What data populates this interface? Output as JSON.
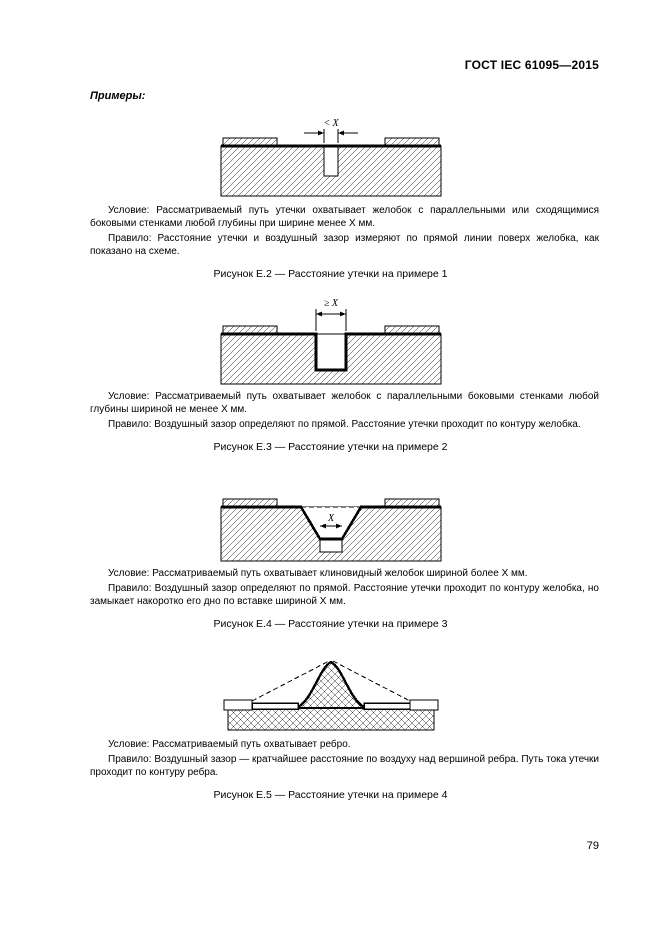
{
  "header": {
    "title": "ГОСТ IEC 61095—2015"
  },
  "lead": "Примеры:",
  "page_number": "79",
  "figures": [
    {
      "dim_label": "< X",
      "condition": "Условие: Рассматриваемый путь утечки охватывает желобок с параллельными или сходящимися боковыми стенками любой глубины при ширине менее X мм.",
      "rule": "Правило: Расстояние утечки и воздушный зазор измеряют по прямой линии поверх желобка, как показано на схеме.",
      "caption": "Рисунок Е.2 — Расстояние утечки на примере 1"
    },
    {
      "dim_label": "≥ X",
      "condition": "Условие: Рассматриваемый путь охватывает желобок с параллельными боковыми стенками любой глубины шириной не менее X мм.",
      "rule": "Правило: Воздушный зазор определяют по прямой. Расстояние утечки проходит по контуру желобка.",
      "caption": "Рисунок Е.3 — Расстояние утечки на примере 2"
    },
    {
      "dim_label": "X",
      "condition": "Условие: Рассматриваемый путь охватывает клиновидный желобок шириной более X мм.",
      "rule": "Правило: Воздушный зазор определяют по прямой. Расстояние утечки проходит по контуру желобка, но замыкает накоротко его дно по вставке шириной X мм.",
      "caption": "Рисунок Е.4 — Расстояние утечки на примере 3"
    },
    {
      "dim_label": "",
      "condition": "Условие: Рассматриваемый путь охватывает ребро.",
      "rule": "Правило: Воздушный зазор — кратчайшее расстояние по воздуху над вершиной ребра. Путь тока утечки проходит по контуру ребра.",
      "caption": "Рисунок Е.5 — Расстояние утечки на примере 4"
    }
  ]
}
